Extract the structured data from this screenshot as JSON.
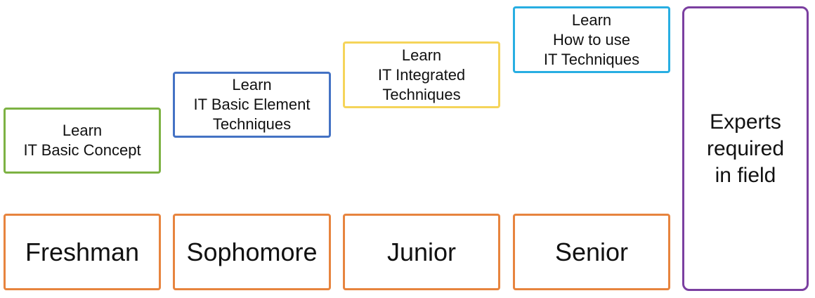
{
  "skills": [
    {
      "lines": [
        "Learn",
        "IT Basic Concept"
      ],
      "color": "#7DB243"
    },
    {
      "lines": [
        "Learn",
        "IT Basic Element",
        "Techniques"
      ],
      "color": "#4472C4"
    },
    {
      "lines": [
        "Learn",
        "IT Integrated",
        "Techniques"
      ],
      "color": "#F5D45A"
    },
    {
      "lines": [
        "Learn",
        "How to use",
        "IT Techniques"
      ],
      "color": "#28AEE2"
    }
  ],
  "years": [
    {
      "label": "Freshman"
    },
    {
      "label": "Sophomore"
    },
    {
      "label": "Junior"
    },
    {
      "label": "Senior"
    }
  ],
  "year_border_color": "#E7843E",
  "expert": {
    "lines": [
      "Experts",
      "required",
      "in field"
    ],
    "color": "#7B3FA0"
  }
}
